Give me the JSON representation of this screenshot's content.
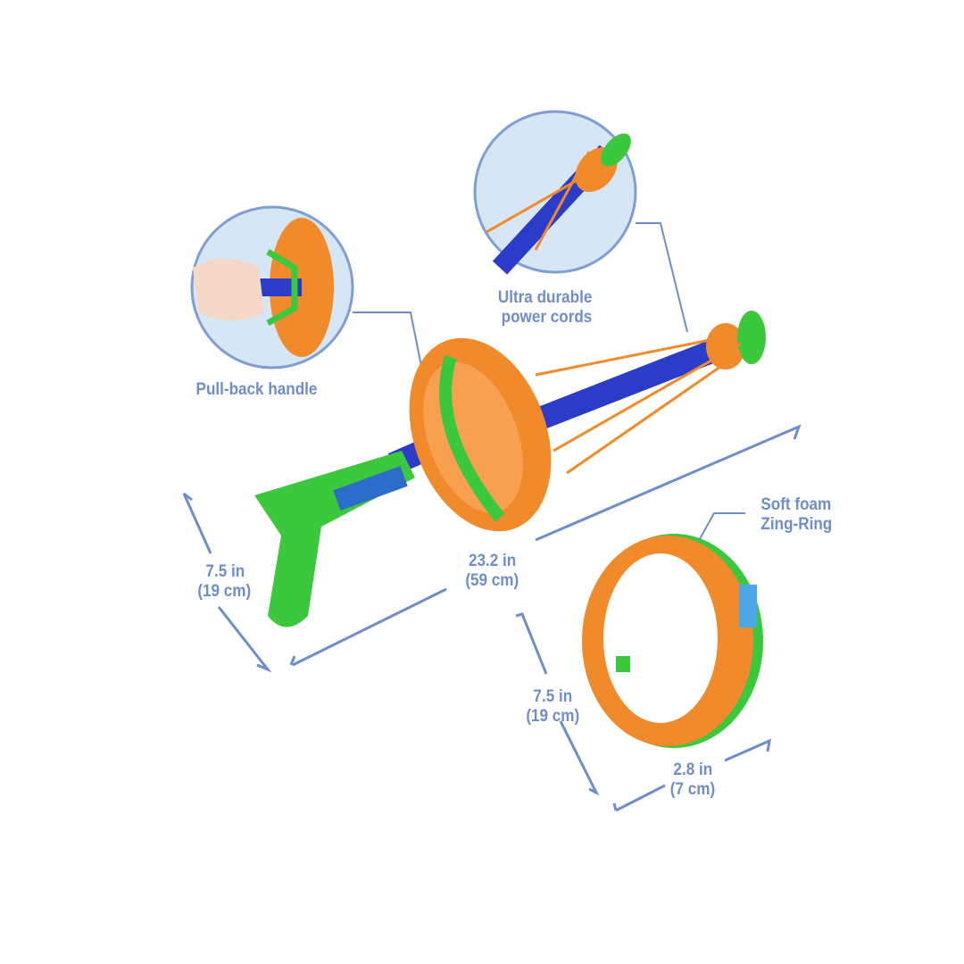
{
  "callouts": {
    "pull_back_handle": "Pull-back handle",
    "power_cords_line1": "Ultra durable",
    "power_cords_line2": "power cords",
    "ring_line1": "Soft foam",
    "ring_line2": "Zing-Ring"
  },
  "dimensions": {
    "launcher_height_in": "7.5 in",
    "launcher_height_cm": "(19 cm)",
    "launcher_length_in": "23.2 in",
    "launcher_length_cm": "(59 cm)",
    "ring_diameter_in": "7.5 in",
    "ring_diameter_cm": "(19 cm)",
    "ring_width_in": "2.8 in",
    "ring_width_cm": "(7 cm)"
  },
  "colors": {
    "label": "#6e8ec8",
    "orange": "#f08a2a",
    "green": "#3cc83c",
    "blue": "#2a3cc8"
  }
}
